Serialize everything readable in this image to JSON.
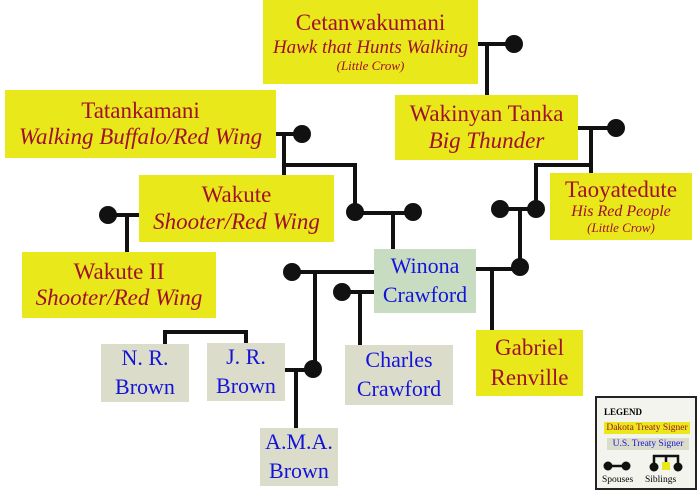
{
  "people": {
    "cetanwakumani": {
      "name": "Cetanwakumani",
      "translation": "Hawk that Hunts Walking",
      "nickname": "(Little Crow)",
      "type": "dakota"
    },
    "wakinyan": {
      "name": "Wakinyan Tanka",
      "translation": "Big Thunder",
      "type": "dakota"
    },
    "tatankamani": {
      "name": "Tatankamani",
      "translation": "Walking Buffalo/Red Wing",
      "type": "dakota"
    },
    "wakute": {
      "name": "Wakute",
      "translation": "Shooter/Red Wing",
      "type": "dakota"
    },
    "wakute2": {
      "name": "Wakute II",
      "translation": "Shooter/Red Wing",
      "type": "dakota"
    },
    "taoyatedute": {
      "name": "Taoyatedute",
      "translation": "His Red People",
      "nickname": "(Little Crow)",
      "type": "dakota"
    },
    "winona": {
      "name_line1": "Winona",
      "name_line2": "Crawford"
    },
    "gabriel": {
      "name_line1": "Gabriel",
      "name_line2": "Renville",
      "type": "dakota"
    },
    "nr_brown": {
      "name_line1": "N. R.",
      "name_line2": "Brown",
      "type": "us"
    },
    "jr_brown": {
      "name_line1": "J. R.",
      "name_line2": "Brown",
      "type": "us"
    },
    "charles": {
      "name_line1": "Charles",
      "name_line2": "Crawford",
      "type": "us"
    },
    "ama_brown": {
      "name_line1": "A.M.A.",
      "name_line2": "Brown",
      "type": "us"
    }
  },
  "legend": {
    "title": "LEGEND",
    "dakota": "Dakota Treaty Signer",
    "us": "U.S. Treaty Signer",
    "spouses": "Spouses",
    "siblings": "Siblings"
  },
  "colors": {
    "dakota_bg": "#e8e81a",
    "dakota_text": "#a0102c",
    "us_bg": "#dcdccb",
    "us_text": "#1414d8",
    "winona_bg": "#c8dcc2",
    "line": "#111111"
  }
}
